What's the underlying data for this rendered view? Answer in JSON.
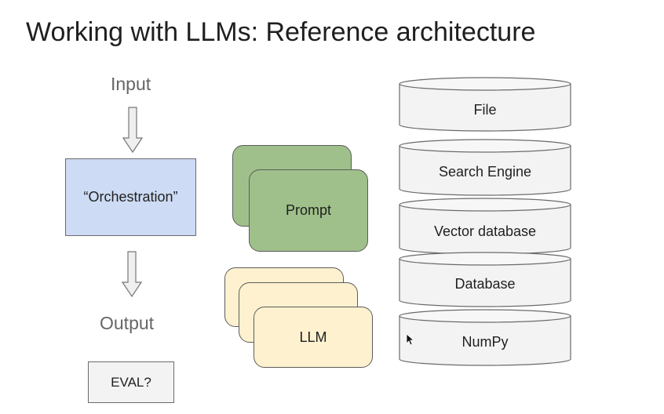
{
  "slide": {
    "title": "Working with LLMs: Reference architecture"
  },
  "flow": {
    "input_label": "Input",
    "orchestration_label": "“Orchestration”",
    "output_label": "Output",
    "eval_label": "EVAL?"
  },
  "middle": {
    "prompt_label": "Prompt",
    "llm_label": "LLM"
  },
  "data_sources": {
    "items": [
      "File",
      "Search Engine",
      "Vector database",
      "Database",
      "NumPy"
    ]
  },
  "colors": {
    "orchestration_fill": "#cddbf4",
    "prompt_fill": "#9fc08b",
    "llm_fill": "#fdf1cf",
    "cylinder_fill": "#f3f3f3",
    "outline": "#5c5c5c"
  }
}
